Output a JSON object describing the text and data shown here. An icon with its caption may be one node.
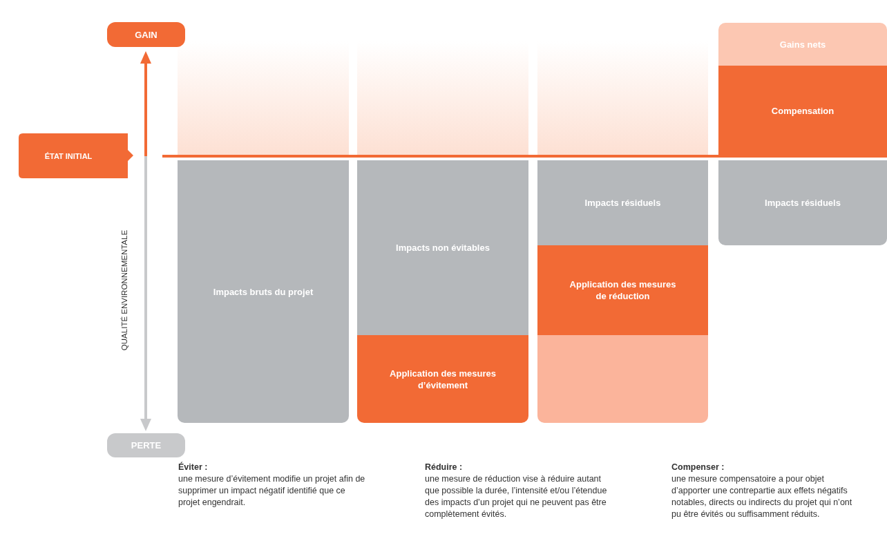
{
  "diagram": {
    "nodes": [
      {
        "text": [
          "GAIN"
        ]
      },
      {
        "text": [
          "ÉTAT INITIAL"
        ]
      },
      {
        "text": [
          "PERTE"
        ]
      },
      {
        "text": [
          "Impacts bruts du projet"
        ]
      },
      {
        "text": [
          "Impacts non évitables"
        ]
      },
      {
        "text": [
          "Application des mesures d’évitement"
        ]
      },
      {
        "text": [
          "Impacts résiduels"
        ]
      },
      {
        "text": [
          "Application des mesures de réduction"
        ]
      },
      {
        "text": [],
        "shape": "box"
      },
      {
        "text": [
          "Gains nets"
        ]
      },
      {
        "text": [
          "Compensation"
        ]
      },
      {
        "text": [
          "Impacts résiduels"
        ]
      }
    ],
    "labels": [
      "QUALITÉ ENVIRONNEMENTALE",
      "Éviter :",
      "une mesure d’évitement modifie un projet afin de supprimer un impact négatif identifié que ce projet engendrait.",
      "Réduire :",
      "une mesure de réduction vise à réduire autant que possible la durée, l’intensité et/ou l’étendue des impacts d’un projet qui ne peuvent pas être complètement évités.",
      "Compenser :",
      "une mesure compensatoire a pour objet d’apporter une contrepartie aux effets négatifs notables, directs ou indirects du projet qui n’ont pu être évités ou suffisamment réduits."
    ]
  }
}
